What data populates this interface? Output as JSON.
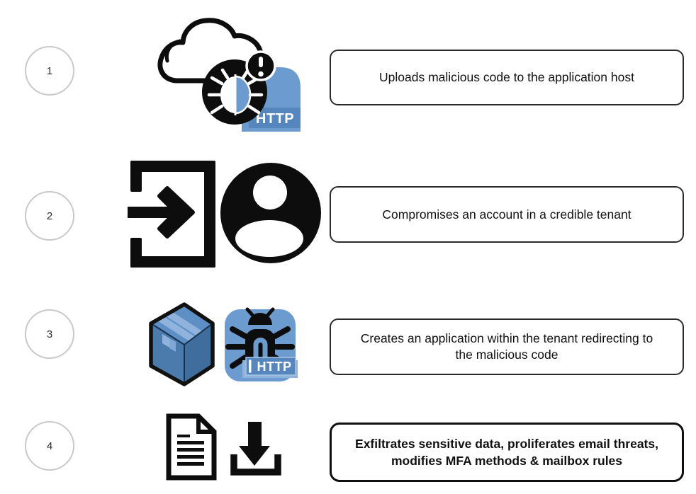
{
  "colors": {
    "app_blue": "#6C9BD0",
    "banner_blue": "#5586BE",
    "banner_border_blue": "#A9C6E4",
    "banner_back_blue": "#8FB3DC",
    "package_top": "#5E8FC4",
    "package_left": "#4B7BAD",
    "package_right": "#3F6D9E",
    "tape_stripe": "#8FB3DC",
    "ink": "#0d0d0d",
    "circle_border": "#c9c9c9",
    "box_border": "#2b2b2b"
  },
  "steps": [
    {
      "number": "1",
      "description": "Uploads malicious code to the application host",
      "icons": [
        "cloud-icon",
        "malware-bug-alert-icon",
        "http-file-icon"
      ],
      "http_label": "HTTP"
    },
    {
      "number": "2",
      "description": "Compromises an account in a credible tenant",
      "icons": [
        "sign-in-arrow-icon",
        "account-person-icon"
      ]
    },
    {
      "number": "3",
      "description": "Creates an application within the tenant redirecting to the malicious code",
      "icons": [
        "package-icon",
        "malicious-http-app-icon"
      ],
      "http_label": "HTTP"
    },
    {
      "number": "4",
      "description": "Exfiltrates sensitive data, proliferates email threats, modifies MFA methods & mailbox rules",
      "icons": [
        "document-icon",
        "download-icon"
      ]
    }
  ]
}
